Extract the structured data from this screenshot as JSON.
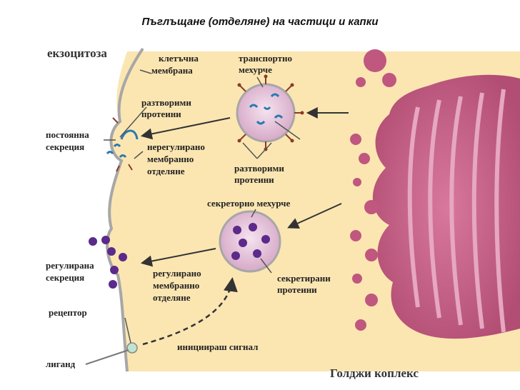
{
  "title": "Пъглъщане (отделяне) на частици и капки",
  "labels": {
    "exocytosis": "екзоцитоза",
    "cell_membrane_1": "клетъчна",
    "cell_membrane_2": "мембрана",
    "transport_vesicle_1": "транспортно",
    "transport_vesicle_2": "мехурче",
    "soluble_proteins_top_1": "разтворими",
    "soluble_proteins_top_2": "протеини",
    "constant_secretion_1": "постоянна",
    "constant_secretion_2": "секреция",
    "unregulated_1": "нерегулирано",
    "unregulated_2": "мембранно",
    "unregulated_3": "отделяне",
    "soluble_proteins_bottom_1": "разтворими",
    "soluble_proteins_bottom_2": "протеини",
    "secretory_vesicle": "секреторно мехурче",
    "regulated_secretion_1": "регулирана",
    "regulated_secretion_2": "секреция",
    "regulated_release_1": "регулирано",
    "regulated_release_2": "мембранно",
    "regulated_release_3": "отделяне",
    "secreted_proteins_1": "секретирани",
    "secreted_proteins_2": "протеини",
    "receptor": "рецептор",
    "initiating_signal": "инициираш сигнал",
    "ligand": "лиганд",
    "golgi": "Голджи коплекс"
  },
  "colors": {
    "cytoplasm": "#fbe6b2",
    "membrane": "#a7a7a7",
    "golgi": "#c0577e",
    "golgi_light": "#e6a7c0",
    "vesicle_fill": "#e7c3dc",
    "protein_dark": "#5b2a8a",
    "soluble_protein": "#2a7ab0"
  }
}
